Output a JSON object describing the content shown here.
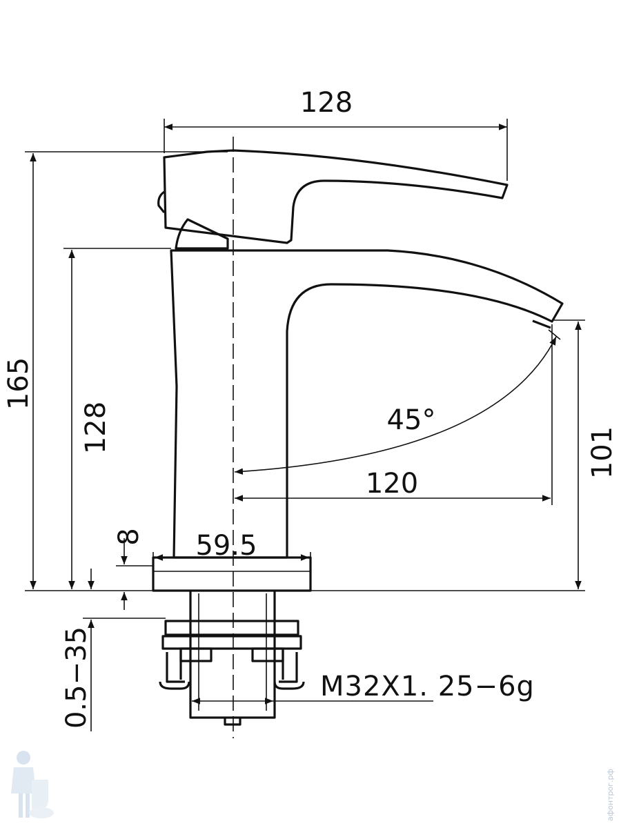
{
  "dimensions": {
    "handle_span": "128",
    "total_height": "165",
    "body_height": "128",
    "spout_height": "101",
    "spout_reach": "120",
    "spout_angle": "45°",
    "base_width": "59.5",
    "flange_thickness": "8",
    "counter_thickness": "0.5−35",
    "thread_spec": "M32X1. 25−6g"
  },
  "watermark": {
    "site_text": "афонтрог.рф",
    "logo_icon": "plumber-toilet-logo"
  }
}
